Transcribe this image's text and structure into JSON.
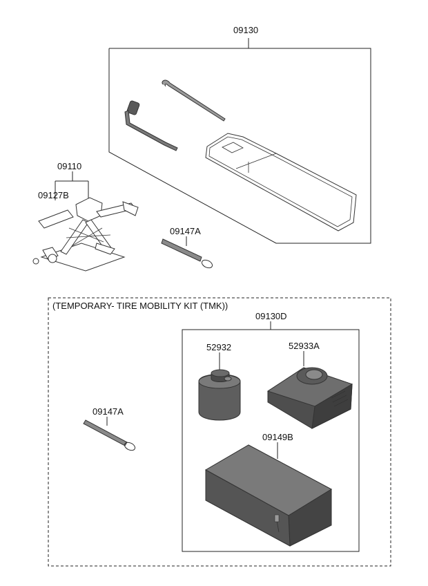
{
  "labels": {
    "p09130": "09130",
    "p09110": "09110",
    "p09127b": "09127B",
    "p09147a_top": "09147A",
    "tmk_title": "(TEMPORARY- TIRE MOBILITY KIT (TMK))",
    "p09130d": "09130D",
    "p52932": "52932",
    "p52933a": "52933A",
    "p09147a_kit": "09147A",
    "p09149b": "09149B"
  },
  "colors": {
    "line": "#222222",
    "part_fill": "#5a5a5a",
    "part_light": "#8a8a8a",
    "part_dark": "#3c3c3c"
  }
}
